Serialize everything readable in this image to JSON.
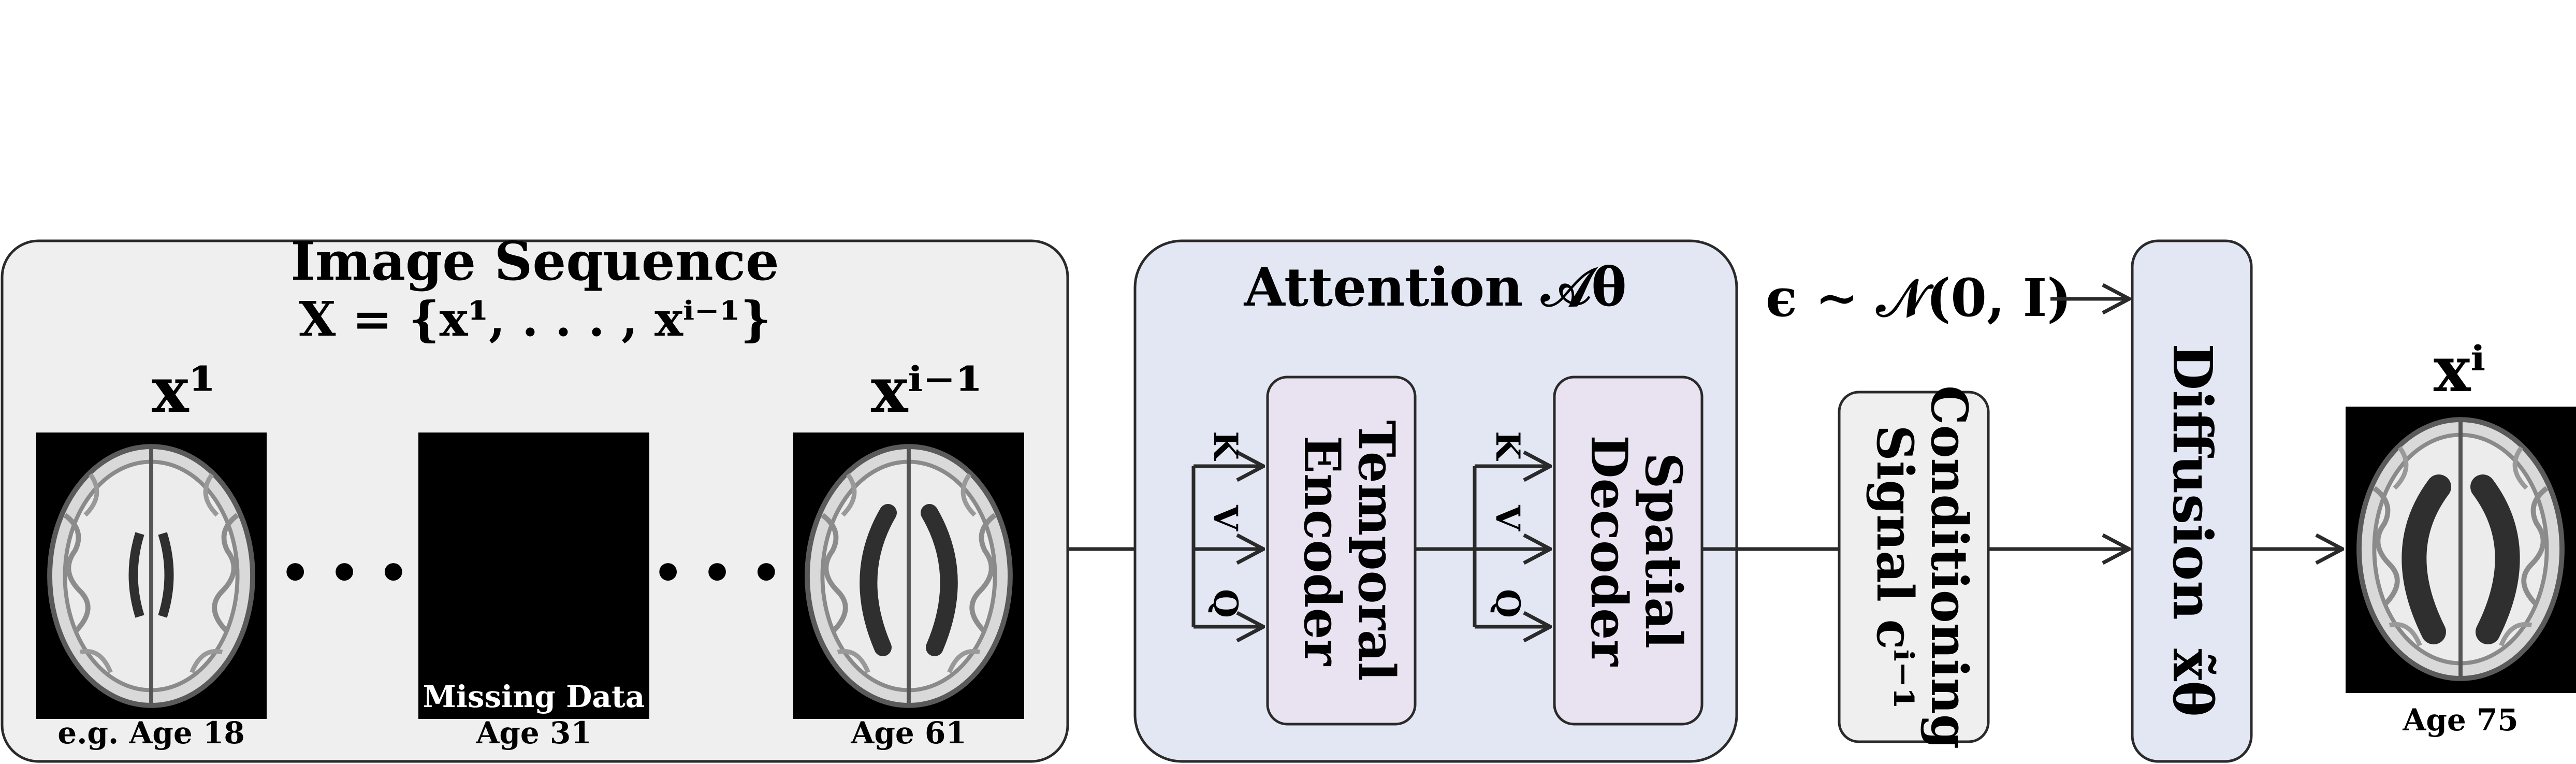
{
  "colors": {
    "sequence_panel_fill": "#efefef",
    "attention_panel_fill": "#e3e7f3",
    "block_fill": "#e9e3f1",
    "conditioning_fill": "#efefef",
    "diffusion_fill": "#e3e7f3",
    "stroke": "#2a2a2a",
    "missing_fill": "#000000"
  },
  "sequence": {
    "title": "Image Sequence",
    "formula": "X = {x¹, . . . , xⁱ⁻¹}",
    "first_label": "x¹",
    "last_label": "xⁱ⁻¹",
    "ellipsis": "• • •",
    "missing_text": "Missing Data",
    "ages": [
      "e.g. Age 18",
      "Age 31",
      "Age 61"
    ]
  },
  "attention": {
    "title": "Attention 𝒜θ",
    "temporal_encoder": [
      "Temporal",
      "Encoder"
    ],
    "spatial_decoder": [
      "Spatial",
      "Decoder"
    ],
    "kvq": [
      "K",
      "V",
      "Q"
    ]
  },
  "noise_label": "ϵ ∼ 𝒩(0, I)",
  "conditioning": [
    "Conditioning",
    "Signal cⁱ⁻¹"
  ],
  "diffusion": [
    "Diffusion",
    "x̃θ"
  ],
  "output": {
    "label": "xⁱ",
    "age": "Age 75"
  },
  "icons": [
    "brain-mri-slice",
    "arrow-right",
    "ellipsis-dots"
  ]
}
